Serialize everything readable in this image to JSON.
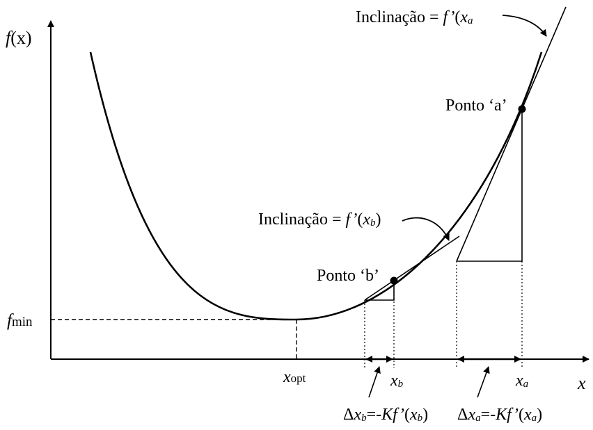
{
  "axes": {
    "y_label_f": "f",
    "y_label_rest": "(x)",
    "x_label": "x",
    "fmin_f": "f",
    "fmin_rest": "min",
    "xopt_x": "x",
    "xopt_rest": "opt"
  },
  "points": {
    "a_label": "Ponto ‘a’",
    "b_label": "Ponto ‘b’",
    "xa_x": "x",
    "xa_sub": "a",
    "xb_x": "x",
    "xb_sub": "b"
  },
  "slopes": {
    "a_prefix": "Inclinação = ",
    "a_f": "f’",
    "a_open": "(",
    "a_x": "x",
    "a_sub": "a",
    "a_close": ")",
    "b_prefix": "Inclinação = ",
    "b_f": "f’",
    "b_open": "(",
    "b_x": "x",
    "b_sub": "b",
    "b_close": ")"
  },
  "steps": {
    "b_delta": "Δ",
    "b_x": "x",
    "b_sub": "b",
    "b_eq": "=-",
    "b_K": "Kf’",
    "b_open": "(",
    "b_x2": "x",
    "b_sub2": "b",
    "b_close": ")",
    "a_delta": "Δ",
    "a_x": "x",
    "a_sub": "a",
    "a_eq": "=-",
    "a_K": "Kf’",
    "a_open": "(",
    "a_x2": "x",
    "a_sub2": "a",
    "a_close": ")"
  }
}
